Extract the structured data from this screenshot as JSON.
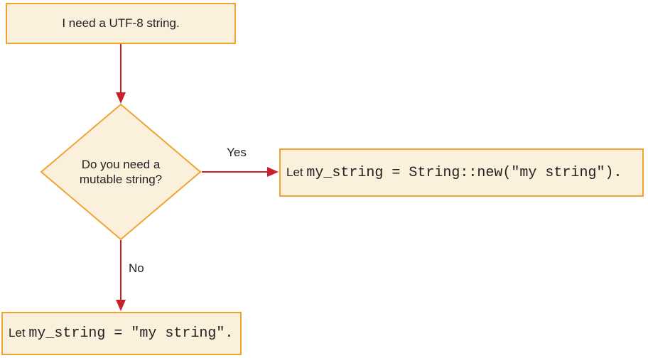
{
  "flowchart": {
    "start_label": "I need a UTF-8 string.",
    "decision": {
      "line1": "Do you need a",
      "line2": "mutable string?"
    },
    "yes_label": "Yes",
    "no_label": "No",
    "yes_result": {
      "prefix": "Let",
      "code": "my_string = String::new(\"my string\")."
    },
    "no_result": {
      "prefix": "Let",
      "code": "my_string = \"my string\"."
    }
  },
  "colors": {
    "box_fill": "#FAF0DC",
    "box_border": "#F0A330",
    "arrow": "#C8202A",
    "text": "#231F20"
  }
}
